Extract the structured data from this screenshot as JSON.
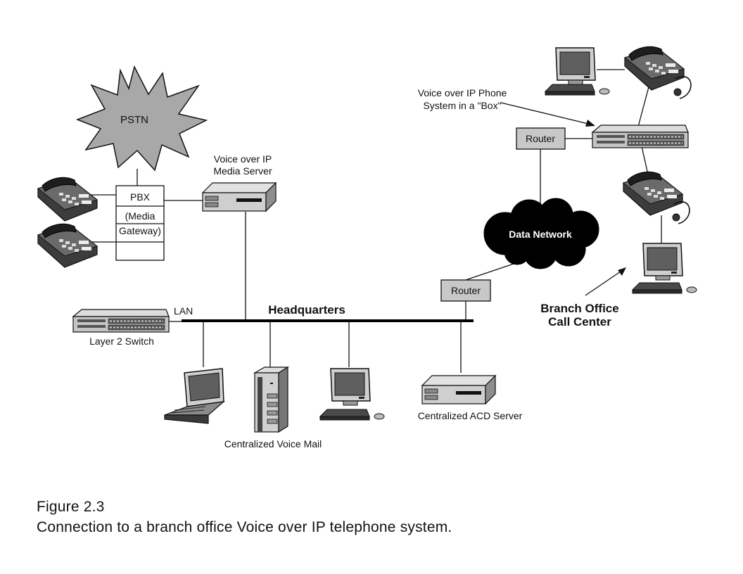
{
  "labels": {
    "pstn": "PSTN",
    "pbx": "PBX",
    "media_1": "(Media",
    "media_2": "Gateway)",
    "media_server_1": "Voice over IP",
    "media_server_2": "Media Server",
    "lan": "LAN",
    "layer2_switch": "Layer 2 Switch",
    "headquarters": "Headquarters",
    "voice_mail": "Centralized Voice Mail",
    "acd_server": "Centralized ACD Server",
    "router_hq": "Router",
    "router_branch": "Router",
    "data_network": "Data Network",
    "phone_system_1": "Voice over IP Phone",
    "phone_system_2": "System in a \"Box\"",
    "branch_1": "Branch Office",
    "branch_2": "Call Center"
  },
  "caption": {
    "figure": "Figure 2.3",
    "text": "Connection to a branch office Voice over IP telephone system."
  }
}
